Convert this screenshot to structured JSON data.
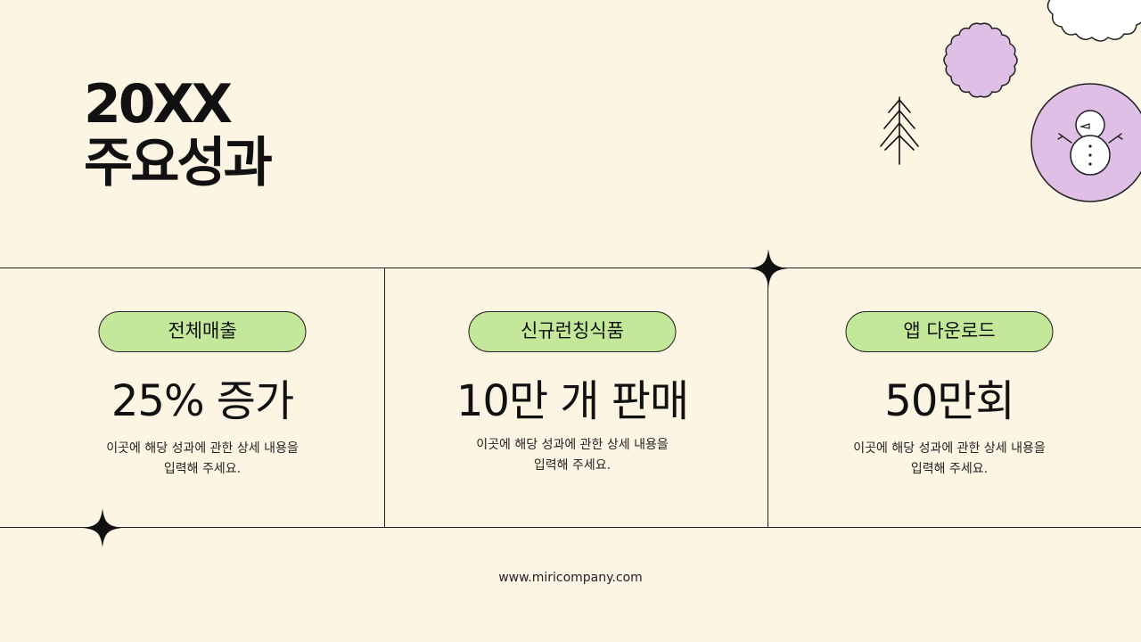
{
  "title": {
    "line1": "20XX",
    "line2": "주요성과"
  },
  "cards": [
    {
      "label": "전체매출",
      "value": "25% 증가",
      "desc_line1": "이곳에 해당 성과에 관한 상세 내용을",
      "desc_line2": "입력해 주세요."
    },
    {
      "label": "신규런칭식품",
      "value": "10만 개 판매",
      "desc_line1": "이곳에 해당 성과에 관한 상세 내용을",
      "desc_line2": "입력해 주세요."
    },
    {
      "label": "앱 다운로드",
      "value": "50만회",
      "desc_line1": "이곳에 해당 성과에 관한 상세 내용을",
      "desc_line2": "입력해 주세요."
    }
  ],
  "footer": {
    "url": "www.miricompany.com"
  },
  "colors": {
    "background": "#fdf5e3",
    "pill": "#c4e89a",
    "flower": "#e0bfe6",
    "line": "#222222"
  },
  "icons": [
    "sparkle-icon",
    "tree-icon",
    "flower-icon",
    "cloud-icon",
    "snowman-icon"
  ]
}
